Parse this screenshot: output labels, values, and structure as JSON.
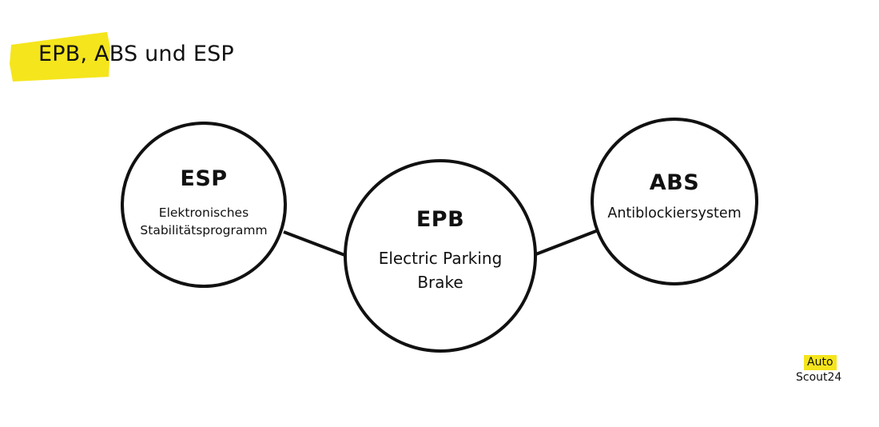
{
  "title": "EPB, ABS und ESP",
  "highlight_color": "#F5E51C",
  "nodes": [
    {
      "abbr": "ESP",
      "full": "Elektronisches Stabilitätsprogramm",
      "full_lines": [
        "Elektronisches",
        "Stabilitätsprogramm"
      ]
    },
    {
      "abbr": "EPB",
      "full": "Electric Parking Brake",
      "full_lines": [
        "Electric Parking",
        "Brake"
      ]
    },
    {
      "abbr": "ABS",
      "full": "Antiblockiersystem",
      "full_lines": [
        "Antiblockiersystem"
      ]
    }
  ],
  "connections": [
    {
      "from": "ESP",
      "to": "EPB"
    },
    {
      "from": "EPB",
      "to": "ABS"
    }
  ],
  "logo": {
    "line1": "Auto",
    "line2": "Scout24"
  }
}
